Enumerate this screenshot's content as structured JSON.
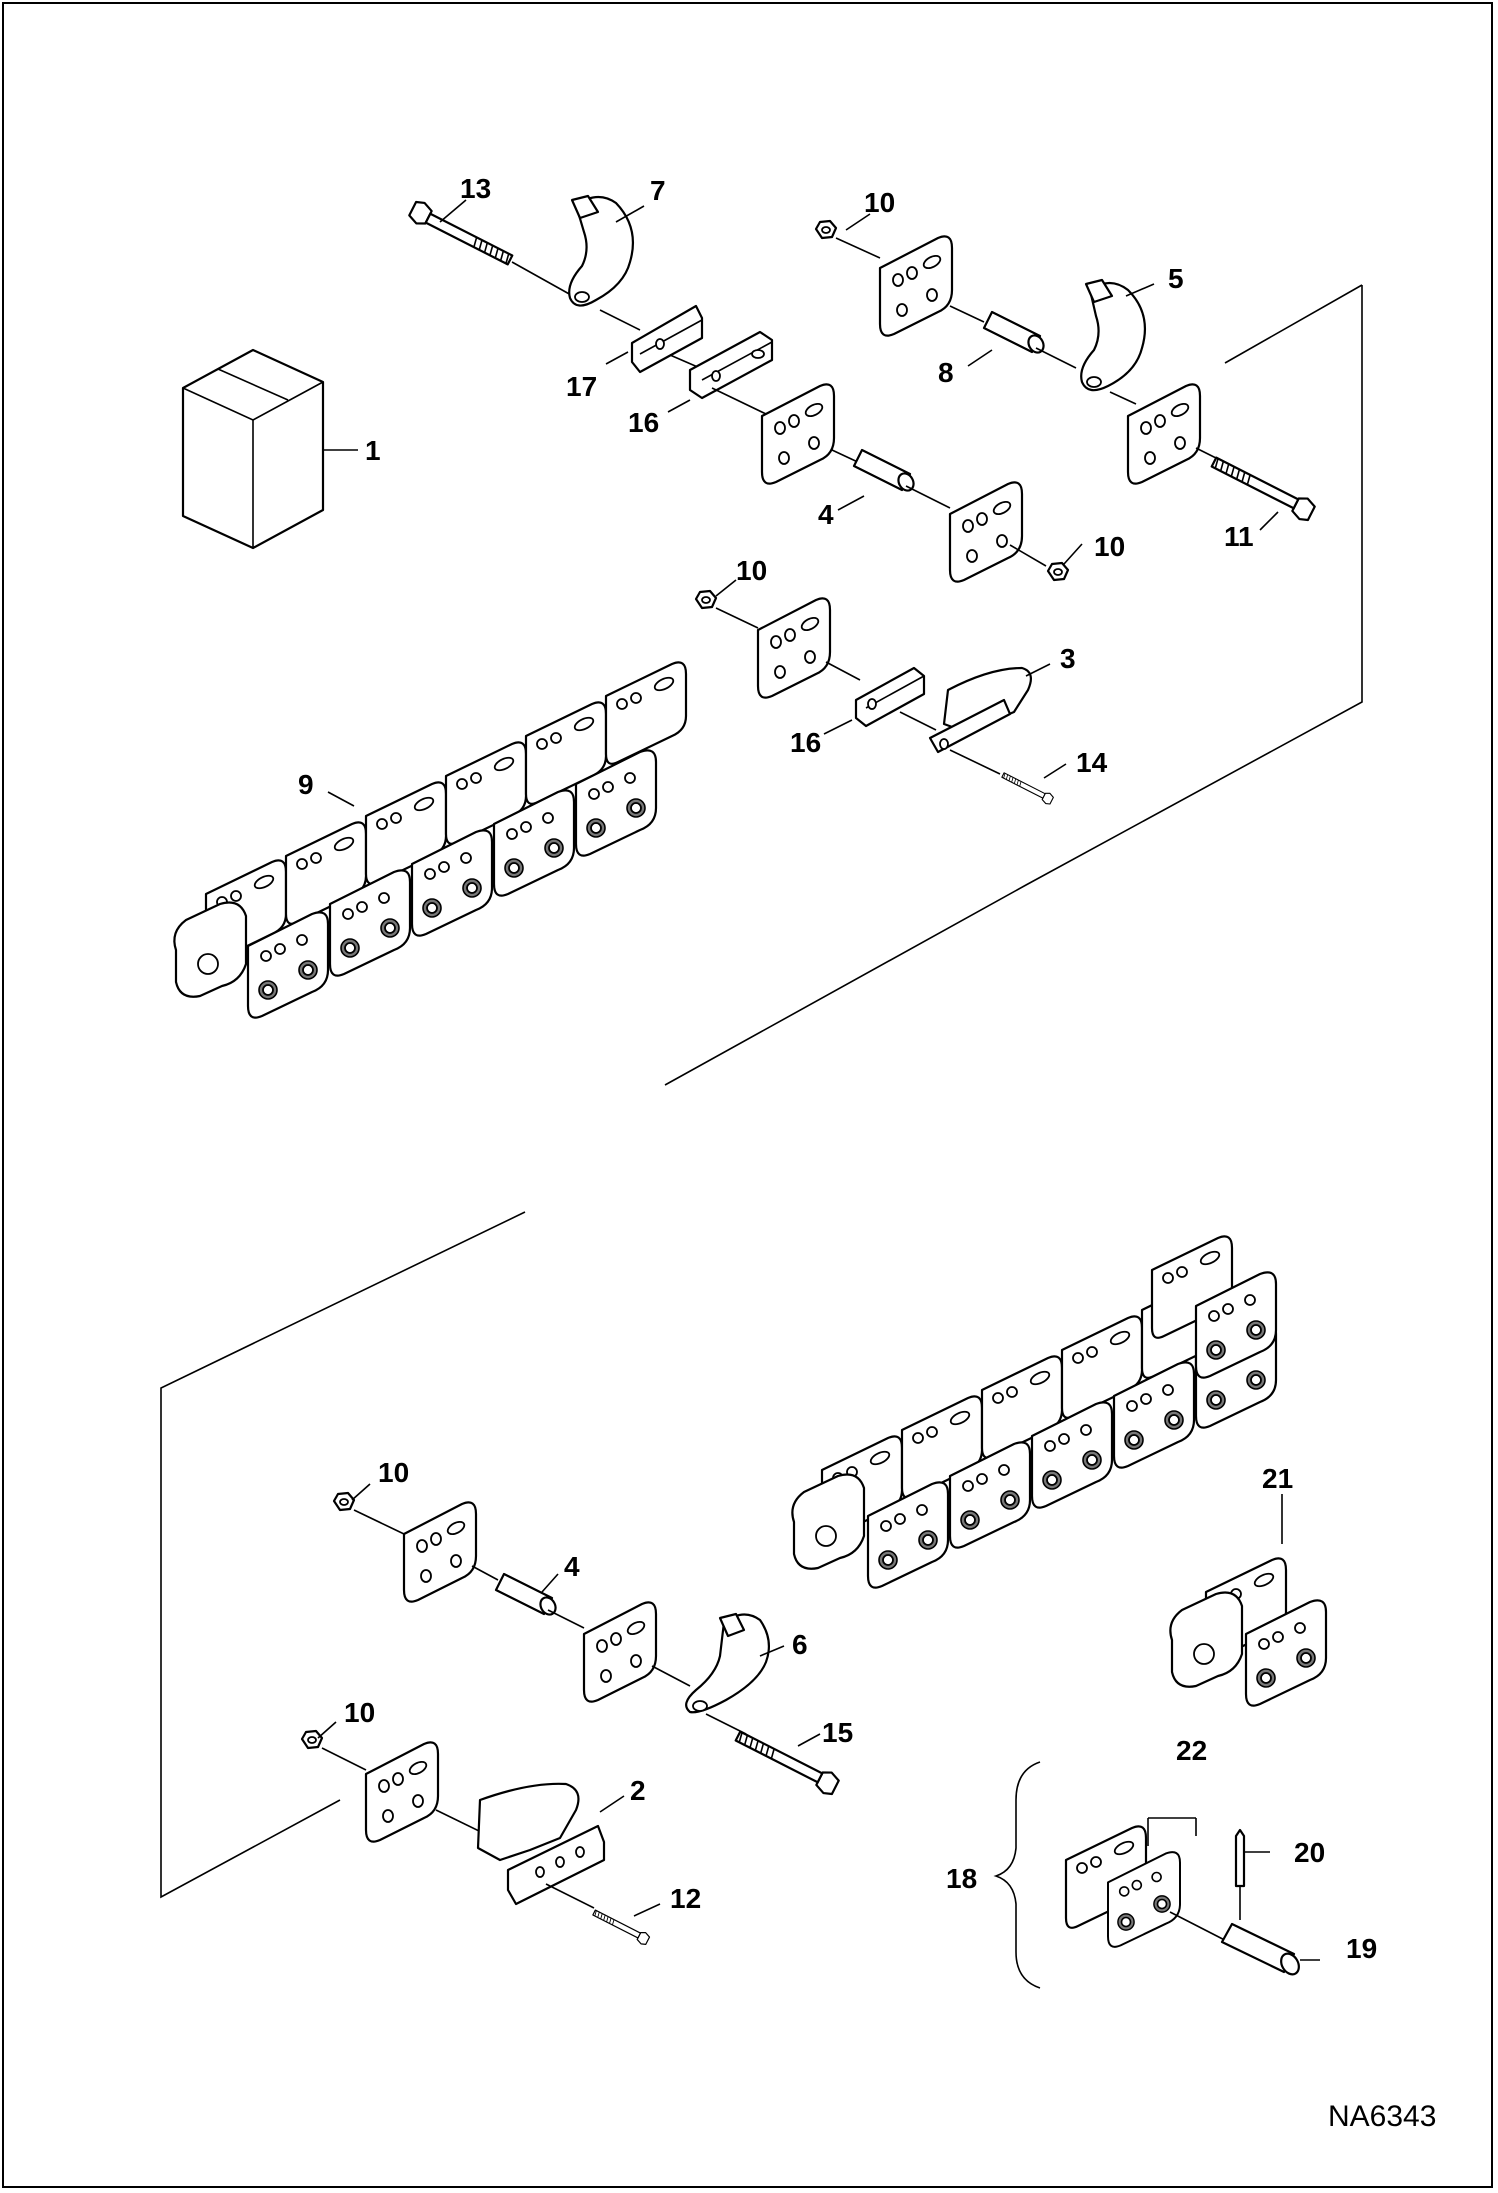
{
  "diagram": {
    "reference_code": "NA6343",
    "callouts": {
      "c1": "1",
      "c2": "2",
      "c3": "3",
      "c4a": "4",
      "c4b": "4",
      "c5": "5",
      "c6": "6",
      "c7": "7",
      "c8": "8",
      "c9": "9",
      "c10a": "10",
      "c10b": "10",
      "c10c": "10",
      "c10d": "10",
      "c10e": "10",
      "c11": "11",
      "c12": "12",
      "c13": "13",
      "c14": "14",
      "c15": "15",
      "c16a": "16",
      "c16b": "16",
      "c17": "17",
      "c18": "18",
      "c19": "19",
      "c20": "20",
      "c21": "21",
      "c22": "22"
    }
  }
}
